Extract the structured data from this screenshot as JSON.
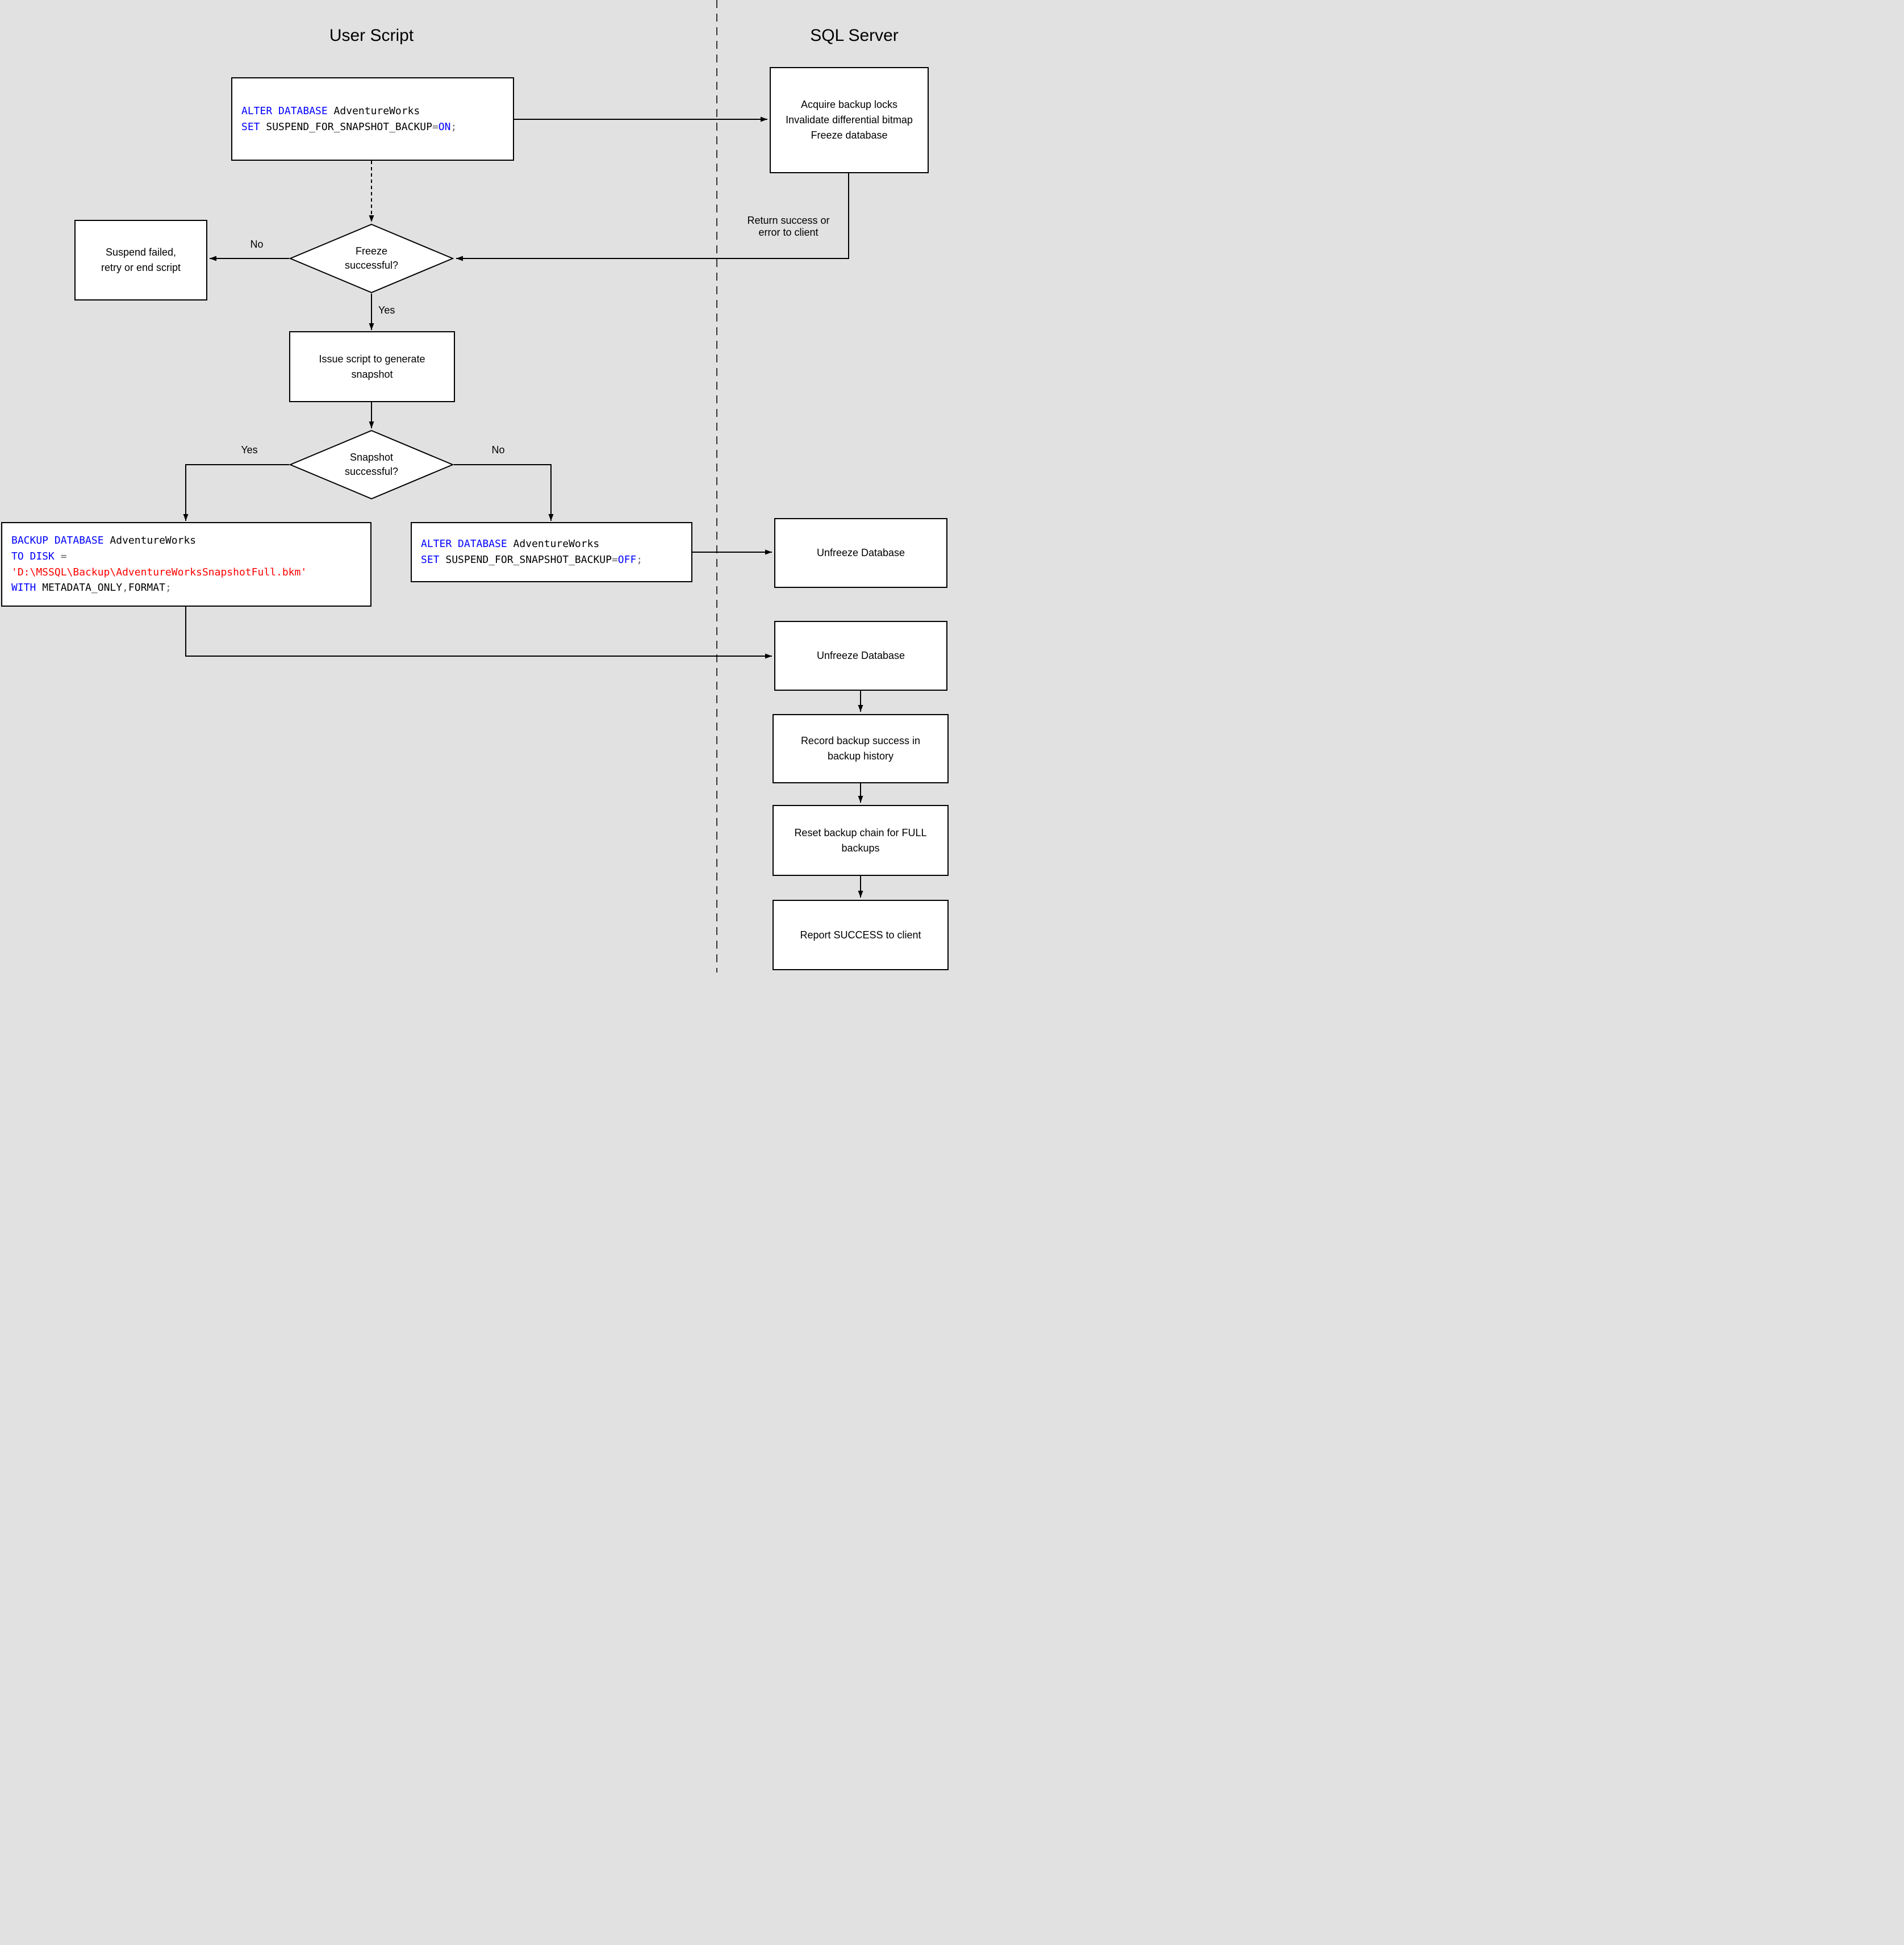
{
  "colors": {
    "keyword": "#0000ff",
    "plain": "#000000",
    "string": "#ff0000",
    "operator": "#666666"
  },
  "titles": {
    "user_script": "User Script",
    "sql_server": "SQL Server"
  },
  "edge_labels": {
    "freeze_no": "No",
    "freeze_yes": "Yes",
    "snapshot_yes": "Yes",
    "snapshot_no": "No",
    "return_to_client": "Return success or\nerror to client"
  },
  "nodes": {
    "alter_on": {
      "code": [
        [
          {
            "t": "ALTER DATABASE",
            "c": "keyword"
          },
          {
            "t": " AdventureWorks",
            "c": "plain"
          }
        ],
        [
          {
            "t": "SET",
            "c": "keyword"
          },
          {
            "t": " SUSPEND_FOR_SNAPSHOT_BACKUP",
            "c": "plain"
          },
          {
            "t": "=",
            "c": "operator"
          },
          {
            "t": "ON",
            "c": "keyword"
          },
          {
            "t": ";",
            "c": "operator"
          }
        ]
      ]
    },
    "acquire_locks": {
      "text": "Acquire backup locks\nInvalidate differential bitmap\nFreeze database"
    },
    "freeze_decision": {
      "text": "Freeze\nsuccessful?"
    },
    "suspend_failed": {
      "text": "Suspend failed,\nretry or end script"
    },
    "issue_script": {
      "text": "Issue script to generate\nsnapshot"
    },
    "snapshot_decision": {
      "text": "Snapshot\nsuccessful?"
    },
    "backup_metadata": {
      "code": [
        [
          {
            "t": "BACKUP DATABASE",
            "c": "keyword"
          },
          {
            "t": " AdventureWorks",
            "c": "plain"
          }
        ],
        [
          {
            "t": "TO DISK",
            "c": "keyword"
          },
          {
            "t": " =",
            "c": "operator"
          }
        ],
        [
          {
            "t": "'D:\\MSSQL\\Backup\\AdventureWorksSnapshotFull.bkm'",
            "c": "string"
          }
        ],
        [
          {
            "t": "WITH",
            "c": "keyword"
          },
          {
            "t": " METADATA_ONLY",
            "c": "plain"
          },
          {
            "t": ",",
            "c": "operator"
          },
          {
            "t": "FORMAT",
            "c": "plain"
          },
          {
            "t": ";",
            "c": "operator"
          }
        ]
      ]
    },
    "alter_off": {
      "code": [
        [
          {
            "t": "ALTER DATABASE",
            "c": "keyword"
          },
          {
            "t": " AdventureWorks",
            "c": "plain"
          }
        ],
        [
          {
            "t": "SET",
            "c": "keyword"
          },
          {
            "t": " SUSPEND_FOR_SNAPSHOT_BACKUP",
            "c": "plain"
          },
          {
            "t": "=",
            "c": "operator"
          },
          {
            "t": "OFF",
            "c": "keyword"
          },
          {
            "t": ";",
            "c": "operator"
          }
        ]
      ]
    },
    "unfreeze_1": {
      "text": "Unfreeze Database"
    },
    "unfreeze_2": {
      "text": "Unfreeze Database"
    },
    "record_history": {
      "text": "Record backup success in\nbackup history"
    },
    "reset_chain": {
      "text": "Reset backup chain for FULL\nbackups"
    },
    "report_success": {
      "text": "Report SUCCESS to client"
    }
  }
}
